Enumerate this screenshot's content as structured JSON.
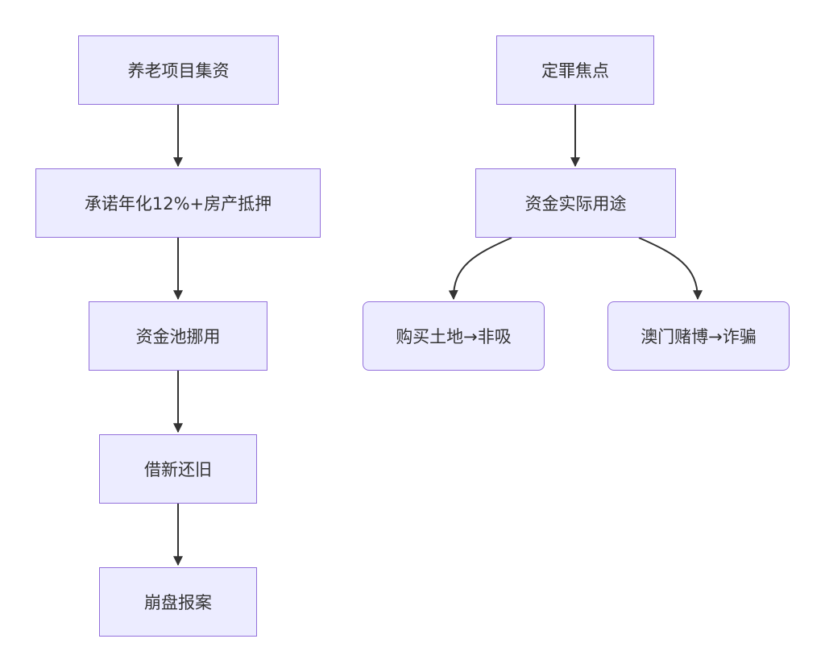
{
  "diagram": {
    "left_flow": [
      {
        "id": "n1",
        "label": "养老项目集资"
      },
      {
        "id": "n2",
        "label": "承诺年化12%+房产抵押"
      },
      {
        "id": "n3",
        "label": "资金池挪用"
      },
      {
        "id": "n4",
        "label": "借新还旧"
      },
      {
        "id": "n5",
        "label": "崩盘报案"
      }
    ],
    "right_flow": {
      "root": {
        "id": "r1",
        "label": "定罪焦点"
      },
      "middle": {
        "id": "r2",
        "label": "资金实际用途"
      },
      "branches": [
        {
          "id": "r3",
          "label": "购买土地→非吸"
        },
        {
          "id": "r4",
          "label": "澳门赌博→诈骗"
        }
      ]
    },
    "edges": [
      {
        "from": "n1",
        "to": "n2"
      },
      {
        "from": "n2",
        "to": "n3"
      },
      {
        "from": "n3",
        "to": "n4"
      },
      {
        "from": "n4",
        "to": "n5"
      },
      {
        "from": "r1",
        "to": "r2"
      },
      {
        "from": "r2",
        "to": "r3"
      },
      {
        "from": "r2",
        "to": "r4"
      }
    ],
    "colors": {
      "node_fill": "#ececff",
      "node_border": "#9370db",
      "edge": "#333333",
      "text": "#333333"
    }
  }
}
